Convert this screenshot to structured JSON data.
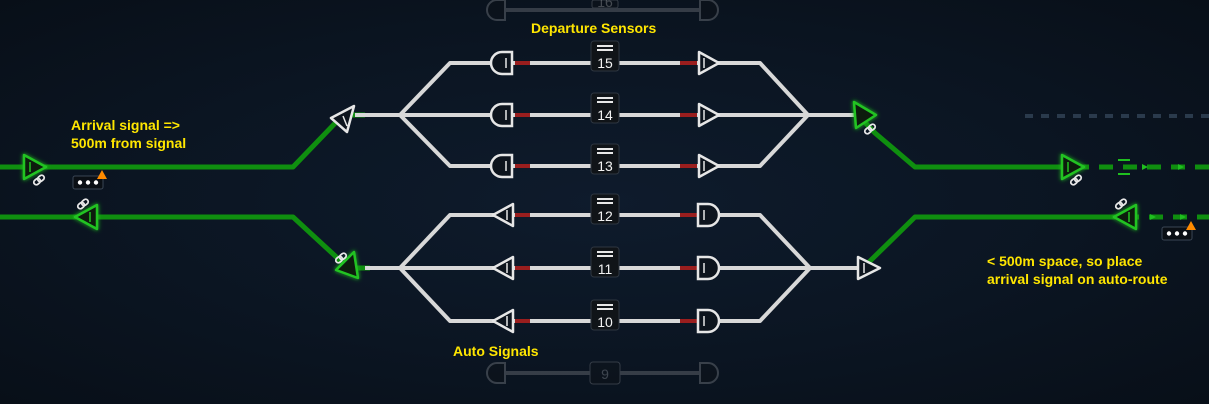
{
  "annotations": {
    "departure_sensors": "Departure Sensors",
    "arrival_line1": "Arrival signal =>",
    "arrival_line2": "500m from signal",
    "auto_signals": "Auto Signals",
    "space_line1": "< 500m space, so place",
    "space_line2": "arrival signal on auto-route"
  },
  "platforms": {
    "p16": "16",
    "p15": "15",
    "p14": "14",
    "p13": "13",
    "p12": "12",
    "p11": "11",
    "p10": "10",
    "p9": "9"
  },
  "icons": {
    "signal": "triangle-signal-icon",
    "sensor": "d-shape-sensor-icon",
    "platform": "platform-number-icon",
    "link": "chain-link-icon",
    "warning": "warning-icon"
  },
  "colors": {
    "background": "#0b1522",
    "active_track": "#0f8f0f",
    "idle_track": "#d8d8d8",
    "annotation": "#ffe600",
    "signal_green": "#1fbf1f",
    "warning": "#ff8a00"
  }
}
